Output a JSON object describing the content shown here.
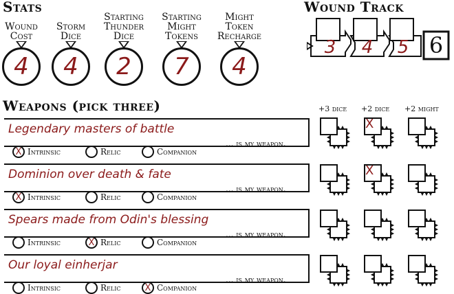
{
  "stats_heading": "Stats",
  "stats": [
    {
      "label": "Wound Cost",
      "value": "4"
    },
    {
      "label": "Storm Dice",
      "value": "4"
    },
    {
      "label": "Starting Thunder Dice",
      "value": "2"
    },
    {
      "label": "Starting Might Tokens",
      "value": "7"
    },
    {
      "label": "Might Token Recharge",
      "value": "4"
    }
  ],
  "wound_track": {
    "heading": "Wound Track",
    "values": [
      "3",
      "4",
      "5"
    ],
    "final": "6"
  },
  "weapons_heading": "Weapons (pick three)",
  "bonus_headers": [
    "+3 dice",
    "+2 dice",
    "+2 might"
  ],
  "option_labels": [
    "Intrinsic",
    "Relic",
    "Companion"
  ],
  "weapon_suffix": "... is my weapon.",
  "weapons": [
    {
      "name": "Legendary masters of battle",
      "intrinsic": "X",
      "relic": "",
      "companion": "",
      "bonus": [
        "",
        "X",
        ""
      ]
    },
    {
      "name": "Dominion over death & fate",
      "intrinsic": "X",
      "relic": "",
      "companion": "",
      "bonus": [
        "",
        "X",
        ""
      ]
    },
    {
      "name": "Spears made from Odin's blessing",
      "intrinsic": "",
      "relic": "X",
      "companion": "",
      "bonus": [
        "",
        "",
        ""
      ]
    },
    {
      "name": "Our loyal einherjar",
      "intrinsic": "",
      "relic": "",
      "companion": "X",
      "bonus": [
        "",
        "",
        ""
      ]
    }
  ]
}
